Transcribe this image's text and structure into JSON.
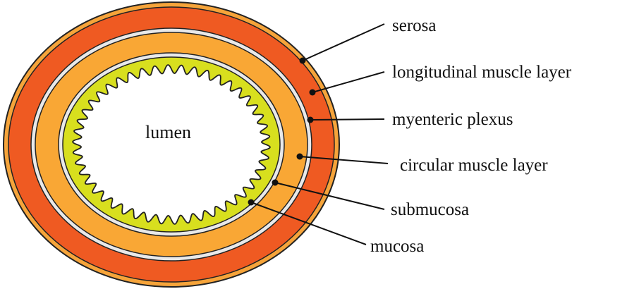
{
  "diagram": {
    "lumen_label": "lumen",
    "labels": [
      {
        "id": "serosa",
        "text": "serosa"
      },
      {
        "id": "longitudinal",
        "text": "longitudinal muscle layer"
      },
      {
        "id": "myenteric",
        "text": "myenteric plexus"
      },
      {
        "id": "circular",
        "text": "circular muscle layer"
      },
      {
        "id": "submucosa",
        "text": "submucosa"
      },
      {
        "id": "mucosa",
        "text": "mucosa"
      }
    ],
    "colors": {
      "serosa": "#f6a43a",
      "longitudinal_muscle": "#ef5a22",
      "myenteric_plexus": "#e9e9e9",
      "circular_muscle": "#f9a735",
      "submucosa": "#e9e9e9",
      "mucosa": "#d8df1e",
      "lumen": "#ffffff",
      "outline": "#222222"
    }
  }
}
